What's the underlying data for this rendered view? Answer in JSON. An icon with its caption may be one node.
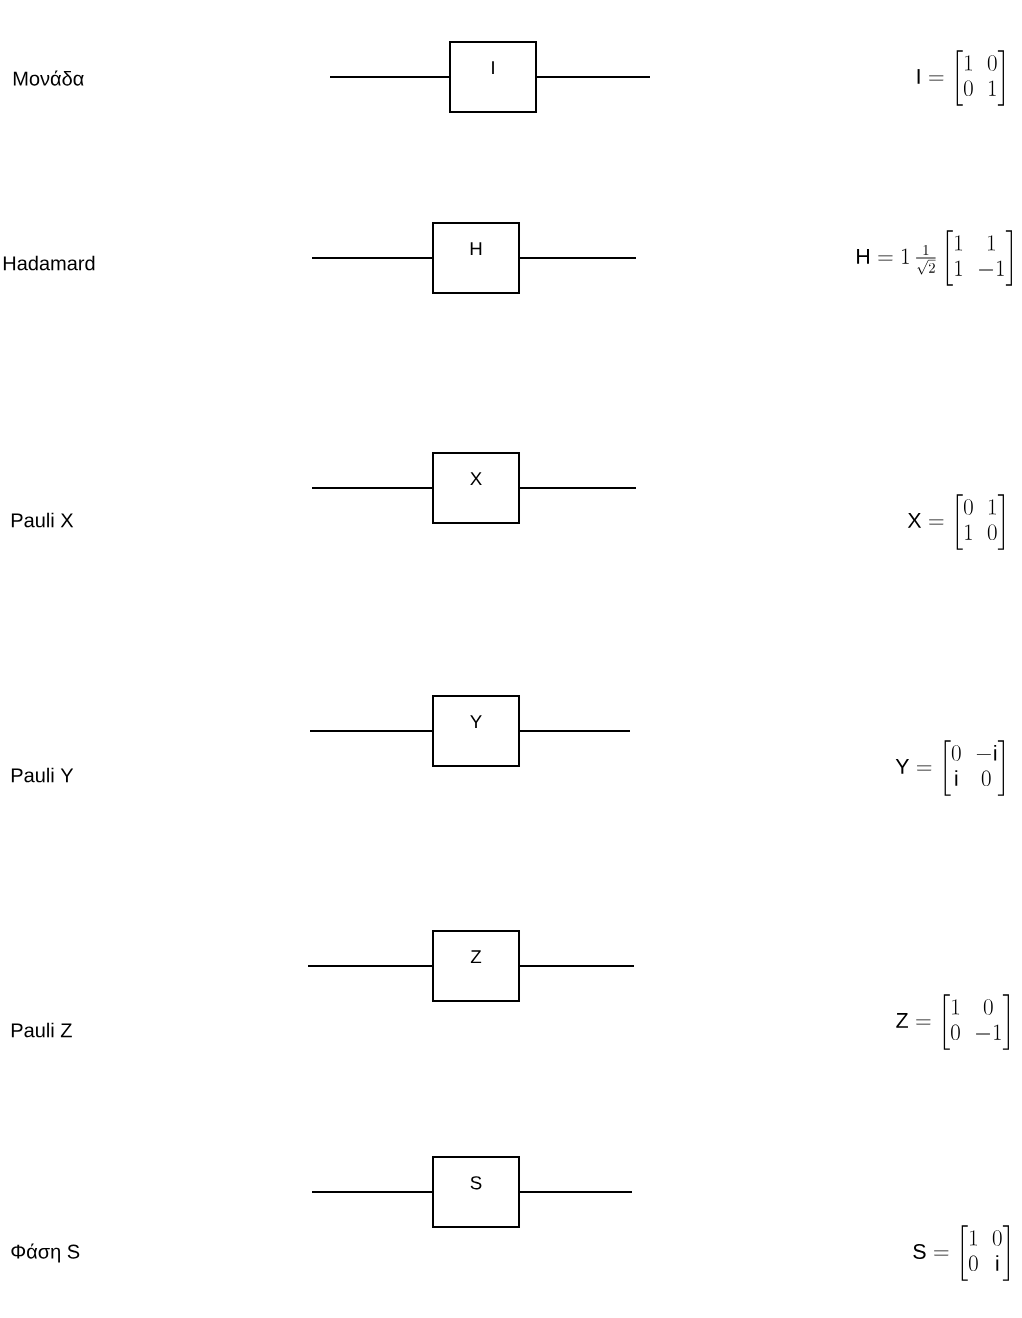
{
  "diagram": {
    "nodes": [
      {
        "text": [
          "I"
        ]
      },
      {
        "text": [
          "H"
        ]
      },
      {
        "text": [
          "X"
        ]
      },
      {
        "text": [
          "Y"
        ]
      },
      {
        "text": [
          "Z"
        ]
      },
      {
        "text": [
          "S"
        ]
      }
    ],
    "edges": [
      {
        "from": null,
        "to": 0,
        "arrow": "none"
      },
      {
        "from": 0,
        "to": null,
        "arrow": "none"
      },
      {
        "from": null,
        "to": 1,
        "arrow": "none"
      },
      {
        "from": 1,
        "to": null,
        "arrow": "none"
      },
      {
        "from": null,
        "to": 2,
        "arrow": "none"
      },
      {
        "from": 2,
        "to": null,
        "arrow": "none"
      },
      {
        "from": null,
        "to": 3,
        "arrow": "none"
      },
      {
        "from": 3,
        "to": null,
        "arrow": "none"
      },
      {
        "from": null,
        "to": 4,
        "arrow": "none"
      },
      {
        "from": 4,
        "to": null,
        "arrow": "none"
      },
      {
        "from": null,
        "to": 5,
        "arrow": "none"
      },
      {
        "from": 5,
        "to": null,
        "arrow": "none"
      }
    ],
    "labels": [
      "Μονάδα",
      "\\mathrm{I} = \\begin{bmatrix}1 & 0\\\\ 0 & 1\\end{bmatrix}",
      "Hadamard",
      "\\mathrm{H} = 1\\,\\frac{1}{\\sqrt{2}}\\begin{bmatrix}1 & 1\\\\ 1 & -1\\end{bmatrix}",
      "Pauli X",
      "\\mathrm{X} = \\begin{bmatrix}0 & 1\\\\ 1 & 0\\end{bmatrix}",
      "Pauli Y",
      "\\mathrm{Y} = \\begin{bmatrix}0 & -\\mathrm{i}\\\\ \\mathrm{i} & 0\\end{bmatrix}",
      "Pauli Z",
      "\\mathrm{Z} = \\begin{bmatrix}1 & 0\\\\ 0 & -1\\end{bmatrix}",
      "Φάση  S",
      "\\mathrm{S} = \\begin{bmatrix}1 & 0\\\\ 0 & \\mathrm{i}\\end{bmatrix}"
    ]
  }
}
